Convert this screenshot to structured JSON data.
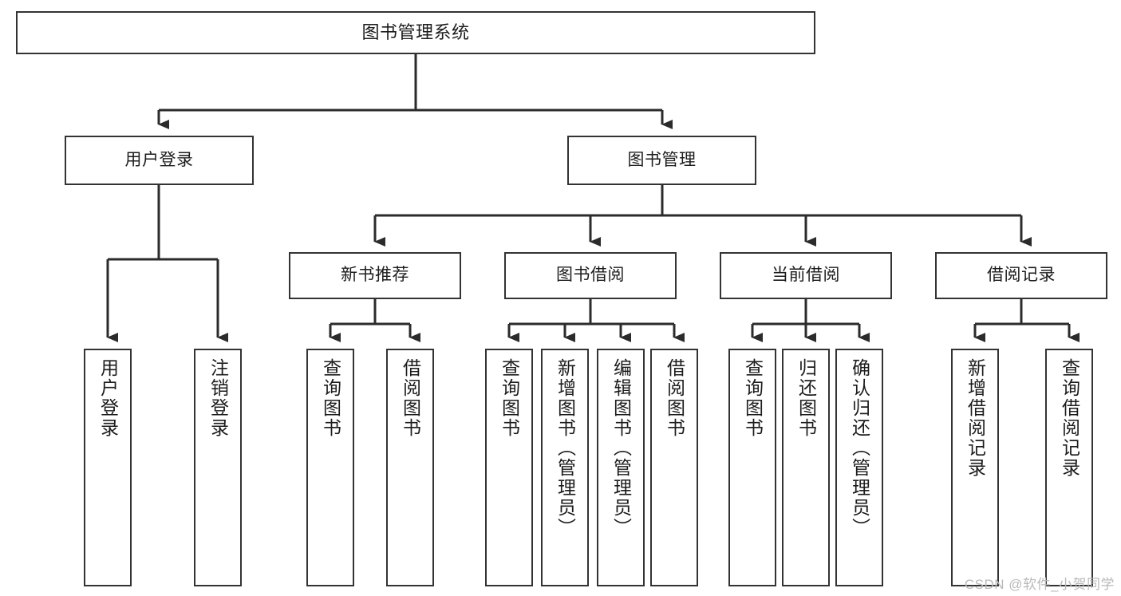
{
  "diagram": {
    "type": "tree-hierarchy",
    "title": "图书管理系统",
    "watermark": "CSDN @软件_小贺同学",
    "colors": {
      "box_border": "#333333",
      "box_fill": "#ffffff",
      "connector": "#2b2b2b",
      "text": "#1c1c1c",
      "watermark": "#b9b9b9",
      "background": "#ffffff"
    },
    "nodes": {
      "root": {
        "label": "图书管理系统",
        "level": 1
      },
      "user_login": {
        "label": "用户登录",
        "level": 2
      },
      "book_manage": {
        "label": "图书管理",
        "level": 2
      },
      "new_book_rec": {
        "label": "新书推荐",
        "level": 3
      },
      "book_borrow": {
        "label": "图书借阅",
        "level": 3
      },
      "current_borrow": {
        "label": "当前借阅",
        "level": 3
      },
      "borrow_record": {
        "label": "借阅记录",
        "level": 3
      },
      "leaf_user_login": {
        "label": "用户登录",
        "level": 4
      },
      "leaf_logout": {
        "label": "注销登录",
        "level": 4
      },
      "leaf_query_book_1": {
        "label": "查询图书",
        "level": 4
      },
      "leaf_borrow_book_1": {
        "label": "借阅图书",
        "level": 4
      },
      "leaf_query_book_2": {
        "label": "查询图书",
        "level": 4
      },
      "leaf_add_book": {
        "label": "新增图书（管理员）",
        "level": 4
      },
      "leaf_edit_book": {
        "label": "编辑图书（管理员）",
        "level": 4
      },
      "leaf_borrow_book_2": {
        "label": "借阅图书",
        "level": 4
      },
      "leaf_query_book_3": {
        "label": "查询图书",
        "level": 4
      },
      "leaf_return_book": {
        "label": "归还图书",
        "level": 4
      },
      "leaf_confirm_return": {
        "label": "确认归还（管理员）",
        "level": 4
      },
      "leaf_add_record": {
        "label": "新增借阅记录",
        "level": 4
      },
      "leaf_query_record": {
        "label": "查询借阅记录",
        "level": 4
      }
    },
    "edges": [
      {
        "from": "root",
        "to": "user_login"
      },
      {
        "from": "root",
        "to": "book_manage"
      },
      {
        "from": "book_manage",
        "to": "new_book_rec"
      },
      {
        "from": "book_manage",
        "to": "book_borrow"
      },
      {
        "from": "book_manage",
        "to": "current_borrow"
      },
      {
        "from": "book_manage",
        "to": "borrow_record"
      },
      {
        "from": "user_login",
        "to": "leaf_user_login"
      },
      {
        "from": "user_login",
        "to": "leaf_logout"
      },
      {
        "from": "new_book_rec",
        "to": "leaf_query_book_1"
      },
      {
        "from": "new_book_rec",
        "to": "leaf_borrow_book_1"
      },
      {
        "from": "book_borrow",
        "to": "leaf_query_book_2"
      },
      {
        "from": "book_borrow",
        "to": "leaf_add_book"
      },
      {
        "from": "book_borrow",
        "to": "leaf_edit_book"
      },
      {
        "from": "book_borrow",
        "to": "leaf_borrow_book_2"
      },
      {
        "from": "current_borrow",
        "to": "leaf_query_book_3"
      },
      {
        "from": "current_borrow",
        "to": "leaf_return_book"
      },
      {
        "from": "current_borrow",
        "to": "leaf_confirm_return"
      },
      {
        "from": "borrow_record",
        "to": "leaf_add_record"
      },
      {
        "from": "borrow_record",
        "to": "leaf_query_record"
      }
    ]
  }
}
